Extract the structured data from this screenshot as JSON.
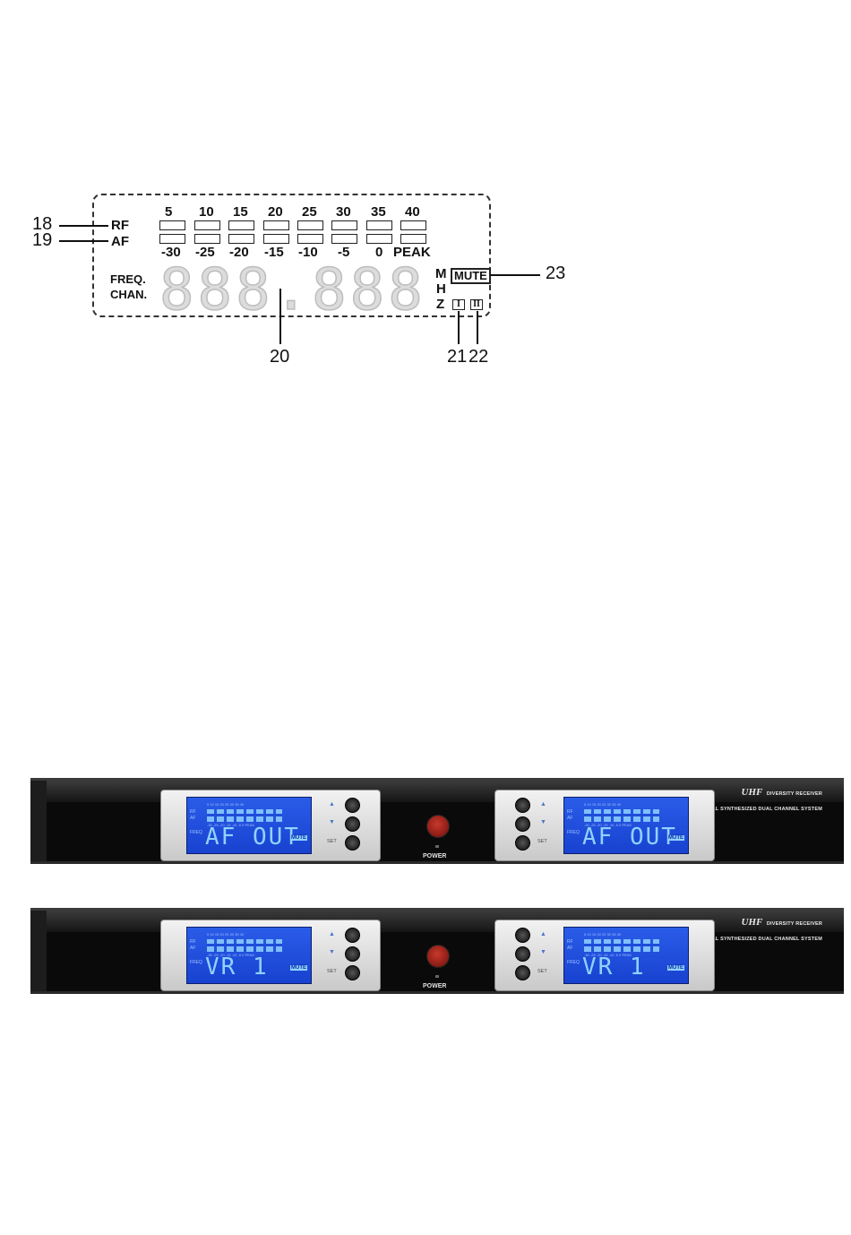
{
  "lcd_diagram": {
    "rf_scale": [
      "5",
      "10",
      "15",
      "20",
      "25",
      "30",
      "35",
      "40"
    ],
    "af_scale": [
      "-30",
      "-25",
      "-20",
      "-15",
      "-10",
      "-5",
      "0",
      "PEAK"
    ],
    "rf_label": "RF",
    "af_label": "AF",
    "freq_label": "FREQ.",
    "chan_label": "CHAN.",
    "digits": "888.888",
    "unit_letters": [
      "M",
      "H",
      "Z"
    ],
    "mute_label": "MUTE",
    "antenna_indicators": [
      "I",
      "II"
    ],
    "callouts": {
      "rf": "18",
      "af": "19",
      "display": "20",
      "ant1": "21",
      "ant2": "22",
      "mute": "23"
    }
  },
  "receivers": [
    {
      "brand_uhf": "UHF",
      "brand_line1": "DIVERSITY RECEIVER",
      "brand_line2": "PLL SYNTHESIZED DUAL CHANNEL SYSTEM",
      "screen_left_text": "AF OUT",
      "screen_right_text": "AF OUT",
      "power_label": "POWER",
      "set_label": "SET",
      "mute_label": "MUTE",
      "freq_label": "FREQ"
    },
    {
      "brand_uhf": "UHF",
      "brand_line1": "DIVERSITY RECEIVER",
      "brand_line2": "PLL SYNTHESIZED DUAL CHANNEL SYSTEM",
      "screen_left_text": "VR 1",
      "screen_right_text": "VR 1",
      "power_label": "POWER",
      "set_label": "SET",
      "mute_label": "MUTE",
      "freq_label": "FREQ"
    }
  ],
  "mini_screen_labels": {
    "rf": "RF",
    "af": "AF",
    "rf_scale": "5  10  15  20  25  30  35  40",
    "af_scale": "-30 -25 -20 -15 -10 -5  0  PEAK"
  }
}
